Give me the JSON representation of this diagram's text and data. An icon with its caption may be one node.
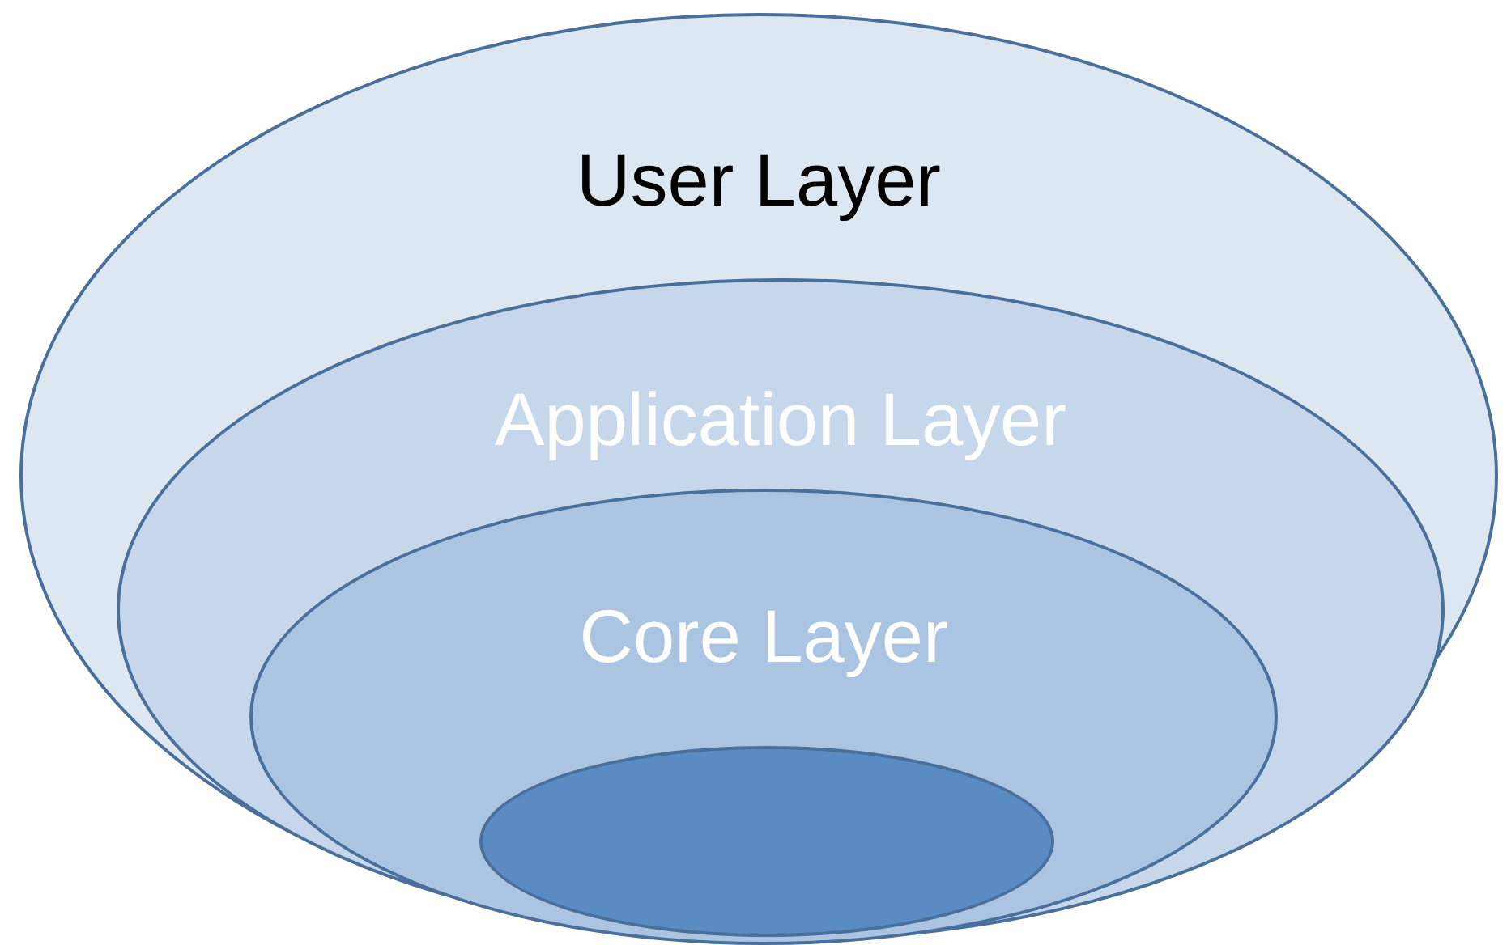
{
  "diagram": {
    "nodes": [
      {
        "text": [
          "User Layer"
        ]
      },
      {
        "text": [
          "Application Layer"
        ],
        "in": 0
      },
      {
        "text": [
          "Core Layer"
        ],
        "in": 1
      },
      {
        "text": [],
        "shape": "ellipse",
        "in": 2
      }
    ]
  }
}
